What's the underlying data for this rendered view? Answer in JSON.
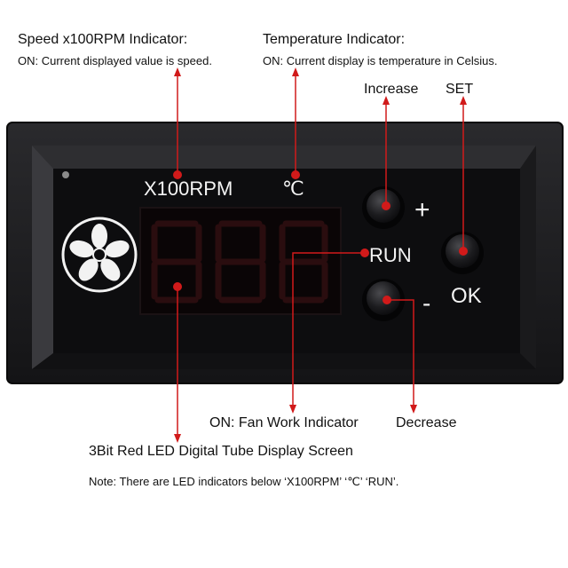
{
  "callouts": {
    "speed_title": "Speed x100RPM Indicator:",
    "speed_desc": "ON: Current displayed value is speed.",
    "temp_title": "Temperature Indicator:",
    "temp_desc": "ON: Current display is temperature in Celsius.",
    "increase": "Increase",
    "set": "SET",
    "fan_work": "ON: Fan Work Indicator",
    "decrease": "Decrease",
    "display_screen": "3Bit Red LED Digital Tube Display Screen",
    "note": "Note: There are LED indicators below ‘X100RPM’ ‘℃’ ‘RUN’."
  },
  "panel": {
    "rpm_label": "X100RPM",
    "celsius_label": "℃",
    "plus_label": "+",
    "run_label": "RUN",
    "minus_label": "-",
    "ok_label": "OK",
    "fan_icon": "fan-icon"
  },
  "colors": {
    "pointer": "#d11a1a",
    "panel_frame": "#1c1c1e",
    "panel_face": "#0d0d0f",
    "display_window": "#0a0506",
    "segment_dim": "#2a0d0f"
  }
}
